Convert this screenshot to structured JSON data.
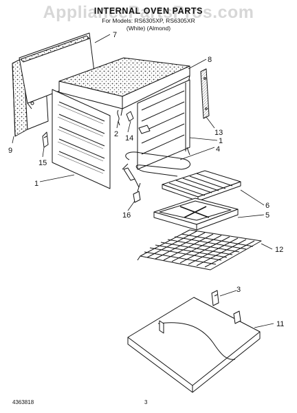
{
  "header": {
    "title": "INTERNAL OVEN PARTS",
    "models": "For Models: RS6305XP, RS6305XR",
    "colors": "(White)    (Almond)"
  },
  "watermark": "AppliancePartsPros.com",
  "callouts": {
    "c1a": "1",
    "c1b": "1",
    "c2": "2",
    "c3": "3",
    "c4": "4",
    "c5": "5",
    "c6": "6",
    "c7": "7",
    "c8": "8",
    "c9": "9",
    "c11": "11",
    "c12": "12",
    "c13": "13",
    "c14": "14",
    "c15": "15",
    "c16": "16"
  },
  "footer": {
    "doc_number": "4363818",
    "page_number": "3"
  }
}
